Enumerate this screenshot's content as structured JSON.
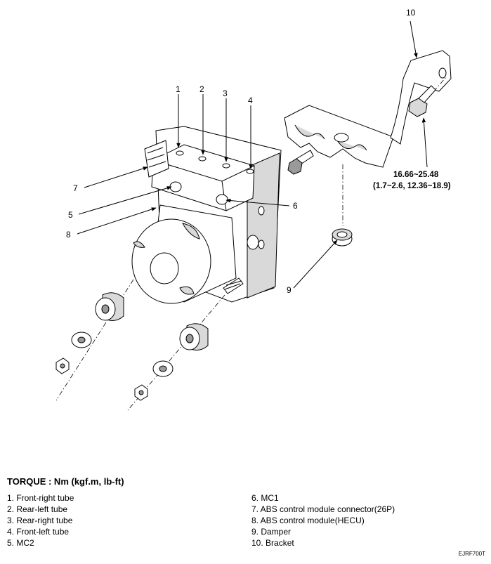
{
  "callouts": [
    "1",
    "2",
    "3",
    "4",
    "5",
    "6",
    "7",
    "8",
    "9",
    "10"
  ],
  "torque": {
    "value_nm": "16.66~25.48",
    "value_alt": "(1.7~2.6, 12.36~18.9)"
  },
  "legend": {
    "heading": "TORQUE : Nm (kgf.m, lb-ft)",
    "left": [
      "1. Front-right tube",
      "2. Rear-left tube",
      "3. Rear-right tube",
      "4. Front-left tube",
      "5. MC2"
    ],
    "right": [
      "6. MC1",
      "7. ABS control module connector(26P)",
      "8. ABS control module(HECU)",
      "9. Damper",
      "10. Bracket"
    ]
  },
  "figure_code": "EJRF700T"
}
